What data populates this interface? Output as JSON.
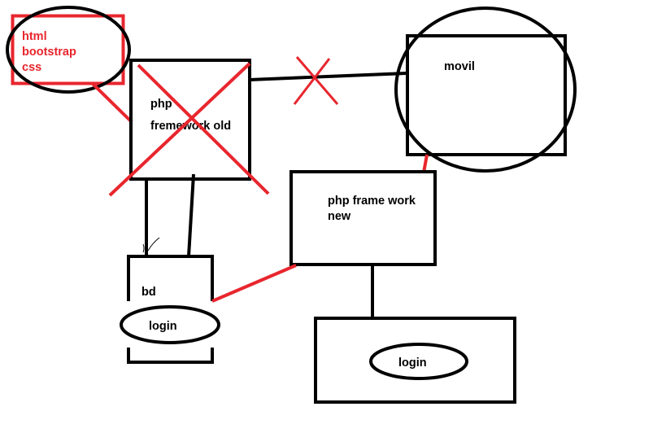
{
  "colors": {
    "ink": "#000000",
    "accent": "#e8262e",
    "background": "#ffffff"
  },
  "nodes": {
    "frontend": {
      "line1": "html",
      "line2": "bootstrap",
      "line3": "css"
    },
    "old_framework": {
      "line1": "php",
      "line2": "fremework old",
      "status": "crossed-out"
    },
    "mobile": {
      "label": "movil"
    },
    "new_framework": {
      "line1": "php frame work",
      "line2": "new"
    },
    "database": {
      "label": "bd",
      "login_label": "login"
    },
    "new_login": {
      "label": "login"
    }
  }
}
